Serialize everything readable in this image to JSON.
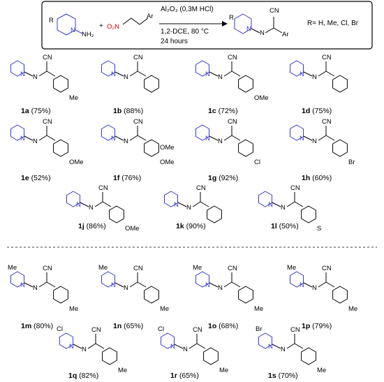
{
  "reaction": {
    "reagent2_label": "O₂N",
    "aryl": "Ar",
    "conditions_line1": "Al₂O₃ (0,3M HCl)",
    "conditions_line2": "1,2-DCE, 80 °C",
    "conditions_line3": "24 hours",
    "r_groups": "R= H, Me, Cl, Br",
    "amine_label": "NH₂",
    "r_label": "R",
    "plus": "+"
  },
  "atoms": {
    "cn": "CN",
    "n": "N"
  },
  "compounds": [
    {
      "id": "1a",
      "yield": "(75%)",
      "sub": "Me"
    },
    {
      "id": "1b",
      "yield": "(88%)",
      "sub": ""
    },
    {
      "id": "1c",
      "yield": "(72%)",
      "sub": "OMe"
    },
    {
      "id": "1d",
      "yield": "(75%)",
      "sub": ""
    },
    {
      "id": "1e",
      "yield": "(52%)",
      "sub": "OMe"
    },
    {
      "id": "1f",
      "yield": "(76%)",
      "sub": "OMe",
      "sub2": "OMe"
    },
    {
      "id": "1g",
      "yield": "(92%)",
      "sub": "Cl"
    },
    {
      "id": "1h",
      "yield": "(60%)",
      "sub": "Br"
    },
    {
      "id": "1j",
      "yield": "(86%)",
      "sub": "OMe"
    },
    {
      "id": "1k",
      "yield": "(90%)",
      "sub": ""
    },
    {
      "id": "1l",
      "yield": "(50%)",
      "sub": "S"
    },
    {
      "id": "1m",
      "yield": "(80%)",
      "sub": "Me",
      "rsub": "Me"
    },
    {
      "id": "1n",
      "yield": "(65%)",
      "sub": "Me",
      "rsub": "Me"
    },
    {
      "id": "1o",
      "yield": "(68%)",
      "sub": "Me",
      "rsub": "Me"
    },
    {
      "id": "1p",
      "yield": "(79%)",
      "sub": "Me",
      "rsub": "Me"
    },
    {
      "id": "1q",
      "yield": "(82%)",
      "sub": "Me",
      "rsub": "Cl"
    },
    {
      "id": "1r",
      "yield": "(65%)",
      "sub": "Me",
      "rsub": "Cl"
    },
    {
      "id": "1s",
      "yield": "(70%)",
      "sub": "Me",
      "rsub": "Br"
    }
  ]
}
